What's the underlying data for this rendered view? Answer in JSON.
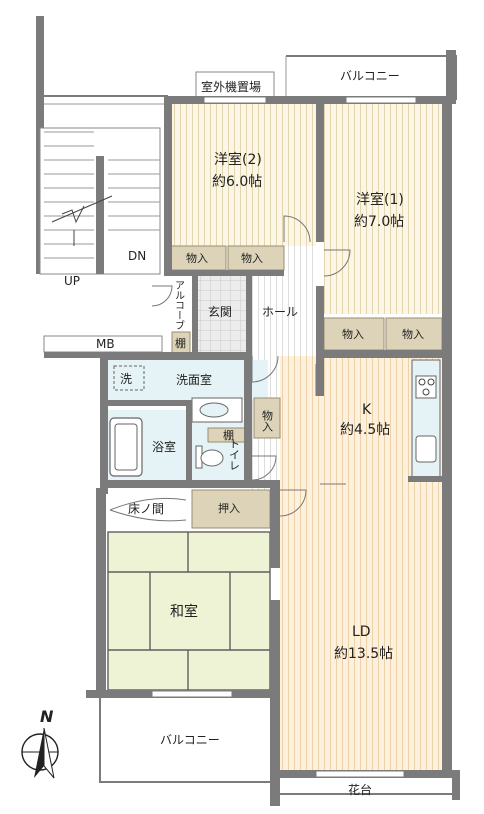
{
  "rooms": {
    "bedroom2": {
      "name": "洋室(2)",
      "area": "約6.0帖"
    },
    "bedroom1": {
      "name": "洋室(1)",
      "area": "約7.0帖"
    },
    "kitchen": {
      "name": "K",
      "area": "約4.5帖"
    },
    "living_dining": {
      "name": "LD",
      "area": "約13.5帖"
    },
    "washitsu": {
      "name": "和室"
    },
    "entrance": {
      "name": "玄関"
    },
    "hall": {
      "name": "ホール"
    },
    "washroom": {
      "name": "洗面室"
    },
    "bathroom": {
      "name": "浴室"
    },
    "toilet": {
      "name": "トイレ"
    },
    "tokonoma": {
      "name": "床ノ間"
    }
  },
  "storage": {
    "closet": "物入",
    "oshiire": "押入",
    "shelf": "棚",
    "alcove": "アルコーブ"
  },
  "exterior": {
    "outdoor_unit": "室外機置場",
    "balcony_top": "バルコニー",
    "balcony_bottom": "バルコニー",
    "flower_bed": "花台",
    "stairs_up": "UP",
    "stairs_down": "DN",
    "meter_box": "MB"
  },
  "fixtures": {
    "washer": "洗"
  },
  "compass": {
    "north": "N"
  },
  "colors": {
    "wall": "#7b7b7b",
    "western_room": "#fbf6e6",
    "tatami": "#edf3d4",
    "flooring": "#fdf0dc",
    "wet_area": "#e6f3f6",
    "storage": "#dcd3b8",
    "entrance_tile": "#e9e9e9"
  }
}
